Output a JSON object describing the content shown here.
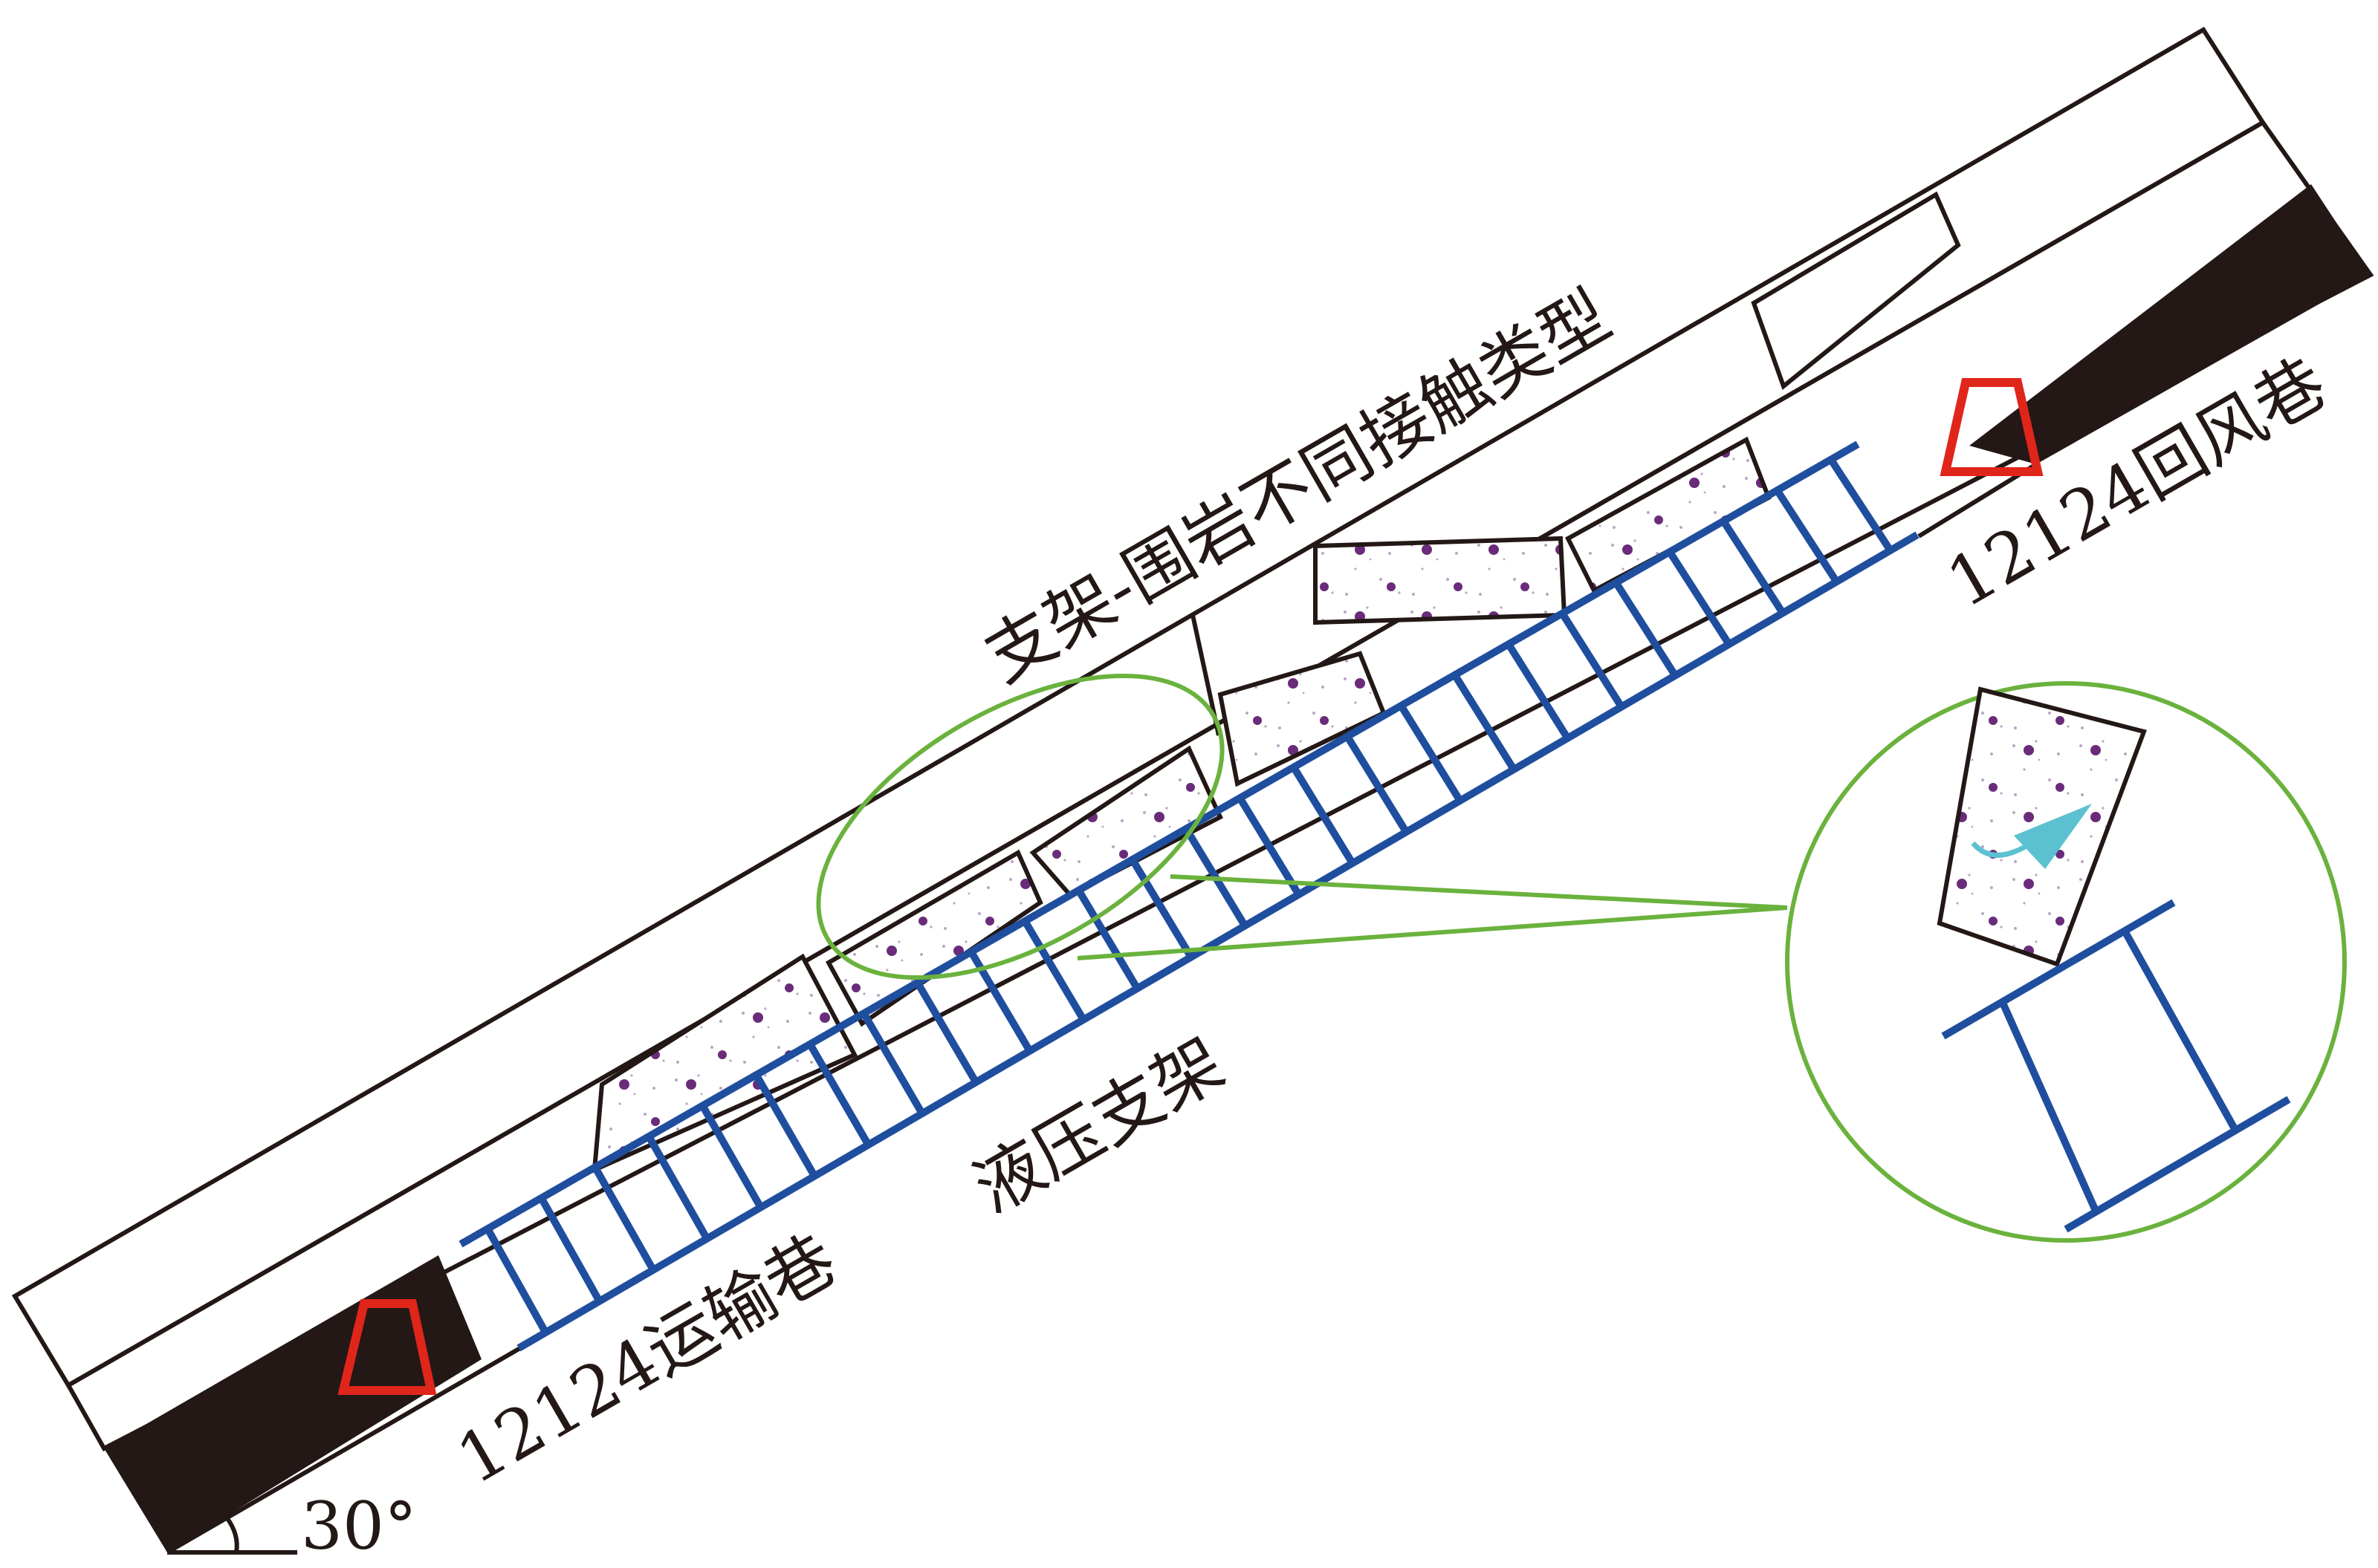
{
  "labels": {
    "title": "支架-围岩不同接触类型",
    "support": "液压支架",
    "transport_roadway": "12124运输巷",
    "return_roadway": "12124回风巷",
    "angle": "30°"
  },
  "colors": {
    "outline": "#231815",
    "coal_seam": "#231815",
    "support": "#1f4e9e",
    "roadway_marker": "#e0251b",
    "callout": "#6ab23d",
    "rock_speckle": "#6a2c7a",
    "rotation_arrow": "#5bc1d0"
  }
}
